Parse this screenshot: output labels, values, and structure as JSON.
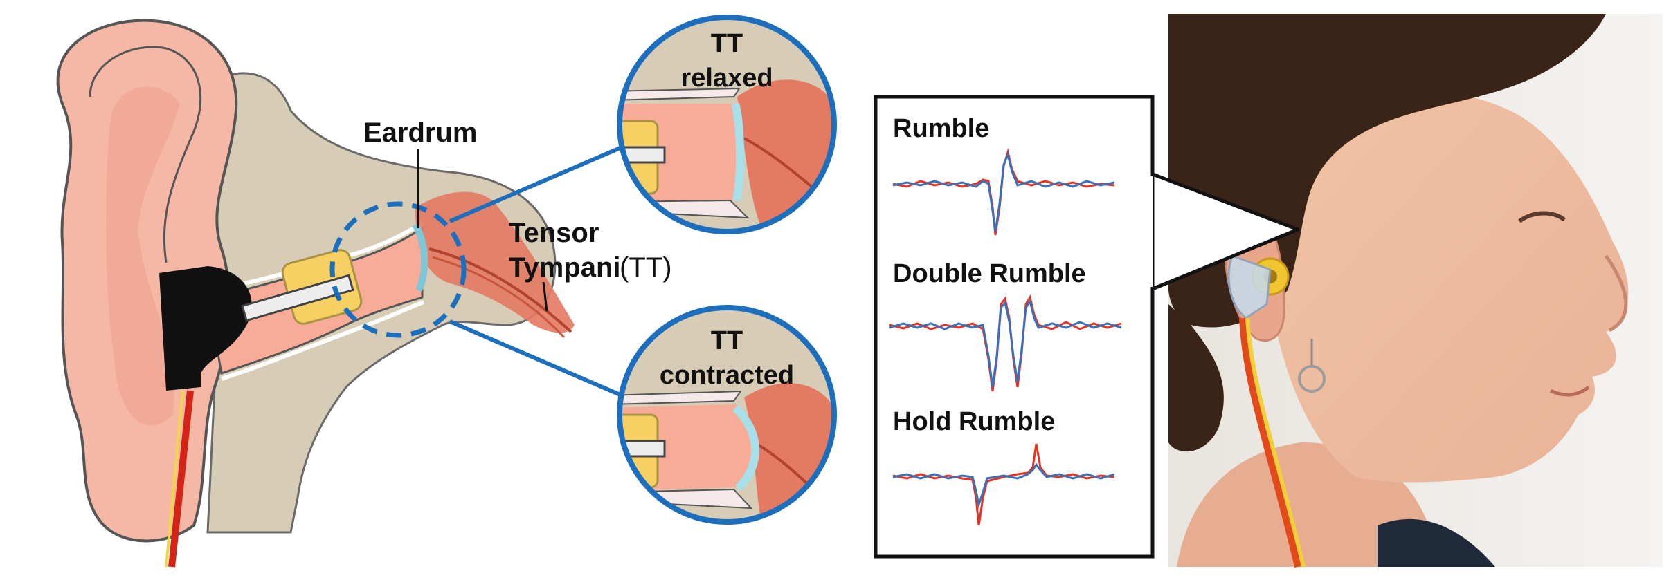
{
  "ear_diagram": {
    "label_eardrum": "Eardrum",
    "label_tensor": "Tensor",
    "label_tympani": "Tympani",
    "label_tt_abbrev": "(TT)"
  },
  "zoom_relaxed": {
    "line1": "TT",
    "line2": "relaxed"
  },
  "zoom_contracted": {
    "line1": "TT",
    "line2": "contracted"
  },
  "signals_panel": {
    "traces": [
      {
        "label": "Rumble"
      },
      {
        "label": "Double Rumble"
      },
      {
        "label": "Hold Rumble"
      }
    ]
  },
  "colors": {
    "skin": "#f6b8a6",
    "bone": "#d7ccb5",
    "canal": "#f8ab97",
    "muscle": "#e47a62",
    "earplug": "#f6d063",
    "eardrum": "#a8e0ea",
    "callout_blue": "#1d6fbd",
    "trace_red": "#e53325",
    "trace_blue": "#3b6fb6",
    "wire_red": "#d42417",
    "wire_yellow": "#f1d54a"
  }
}
